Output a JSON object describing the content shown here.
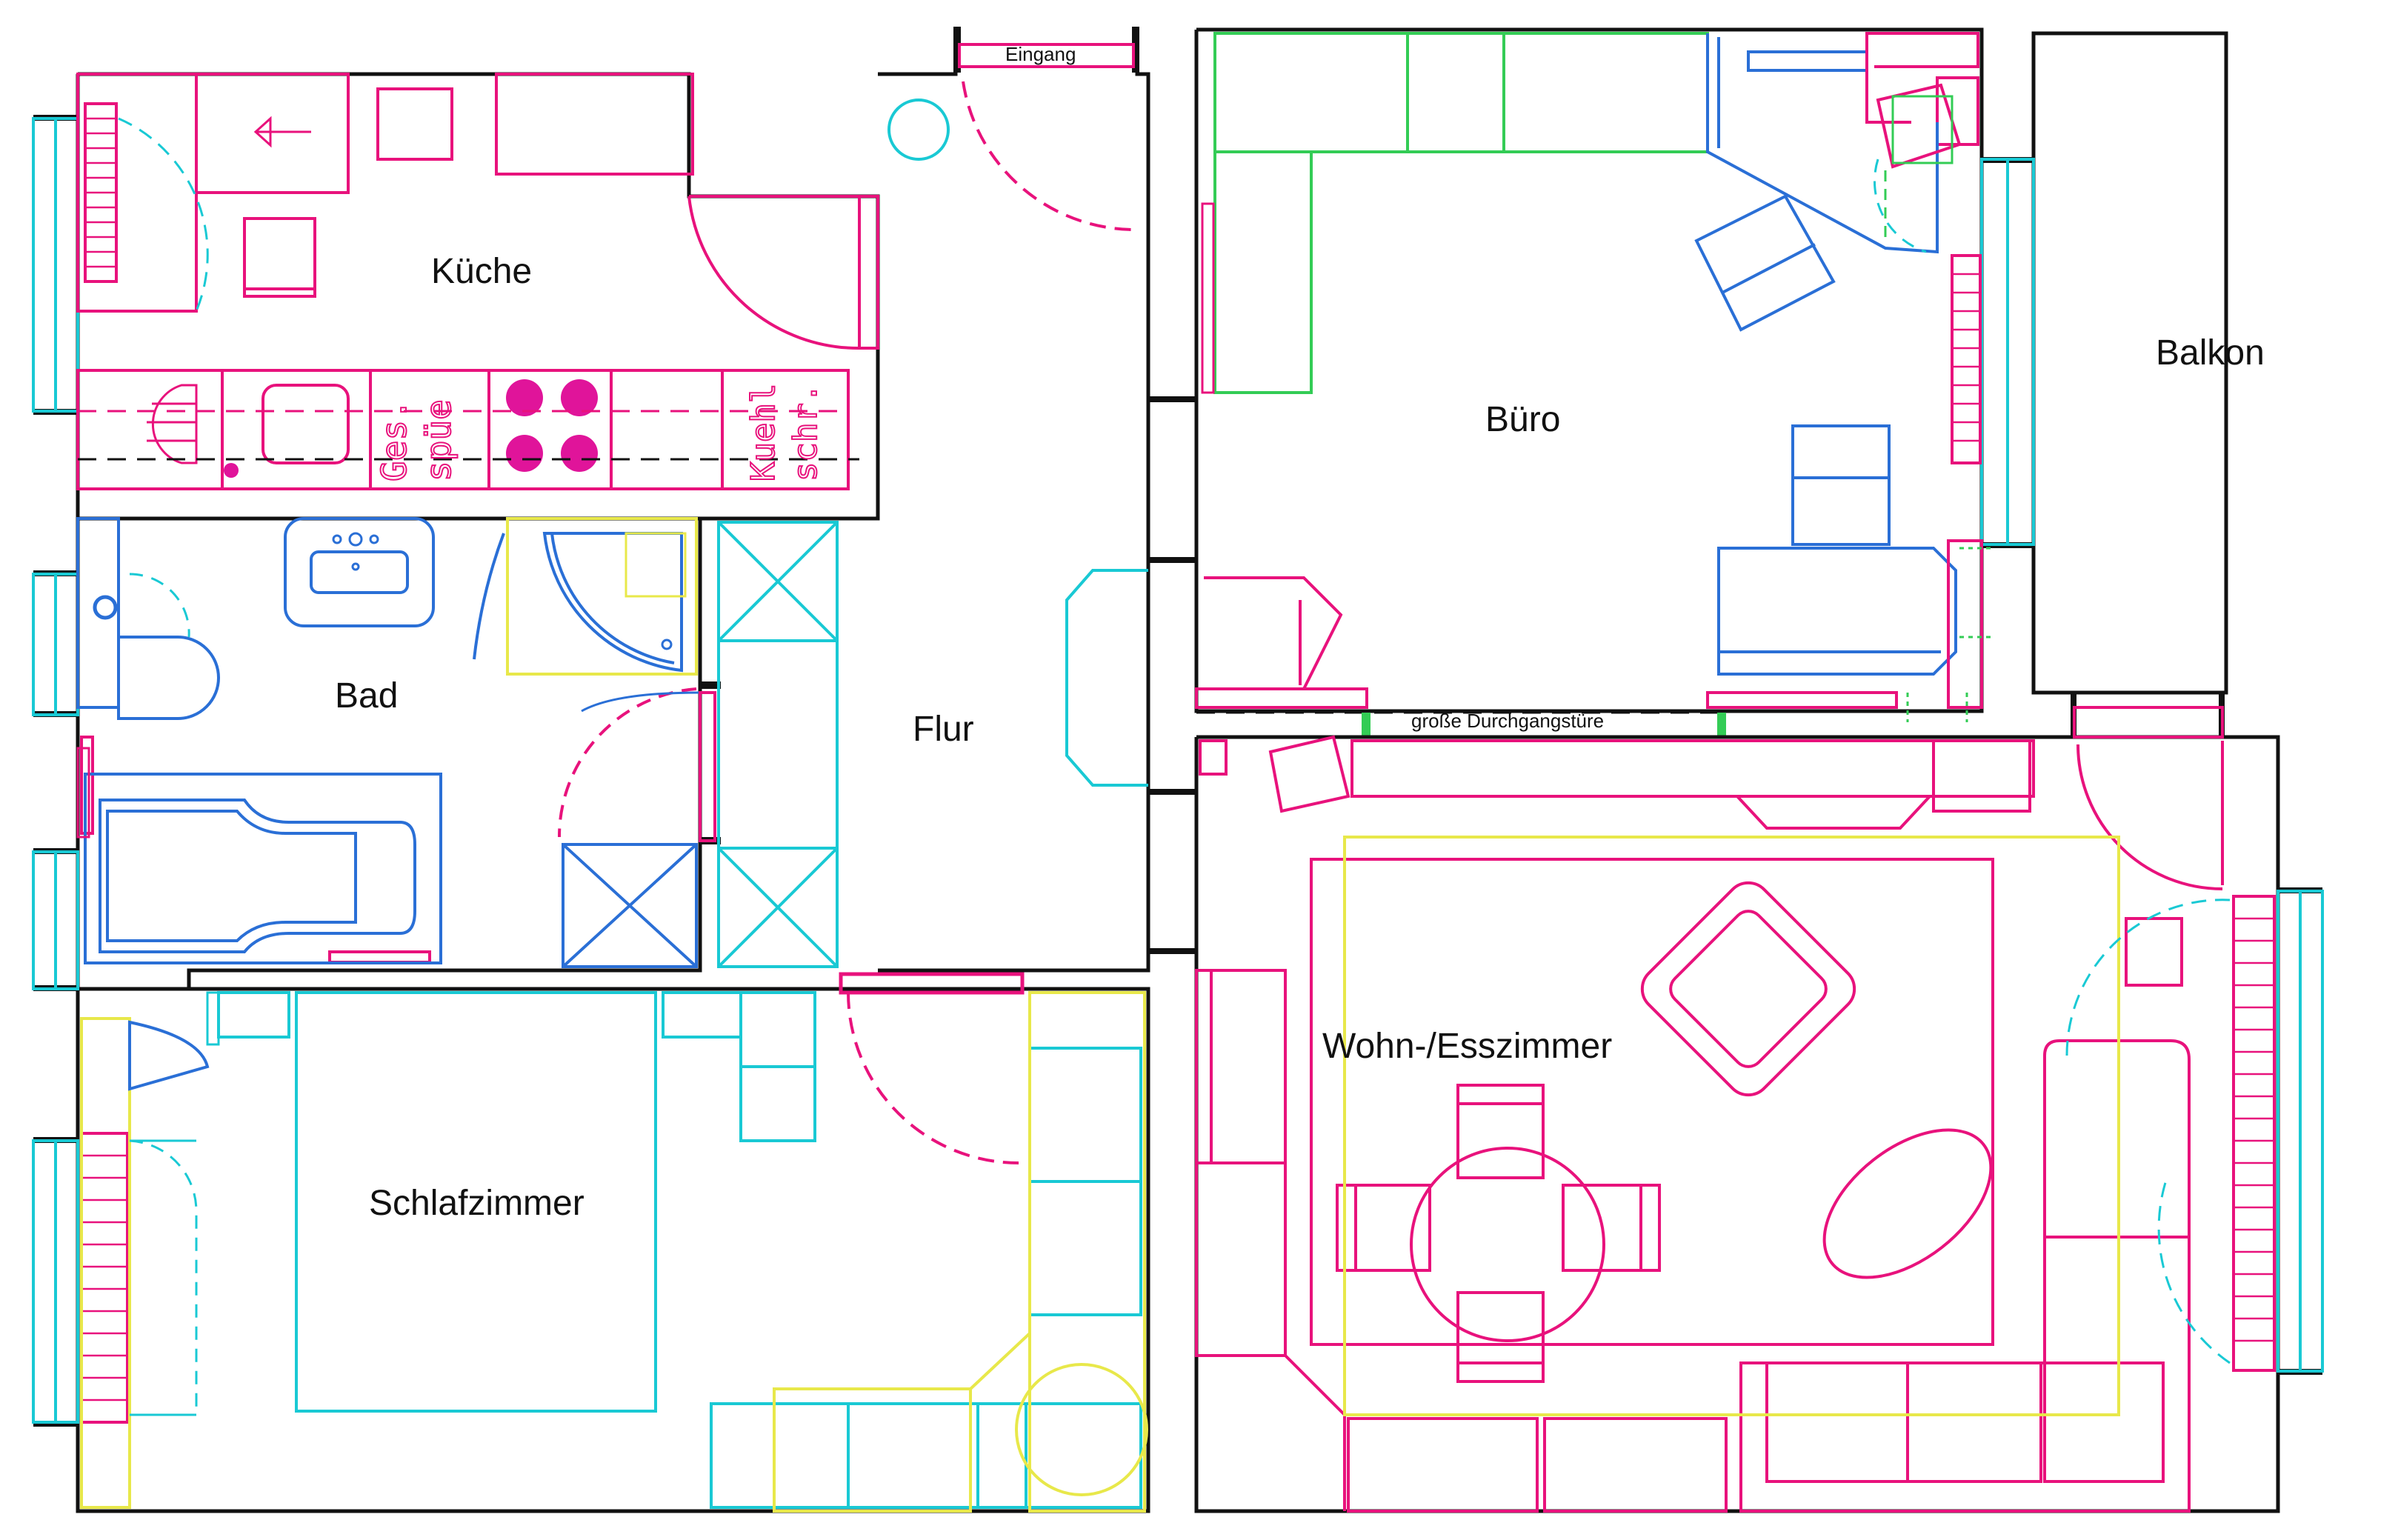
{
  "rooms": {
    "kueche": "Küche",
    "bad": "Bad",
    "flur": "Flur",
    "buero": "Büro",
    "balkon": "Balkon",
    "schlafzimmer": "Schlafzimmer",
    "wohn_esszimmer": "Wohn-/Esszimmer"
  },
  "labels": {
    "entrance": "Eingang",
    "large_door": "große Durchgangstüre"
  },
  "appliances": {
    "dishwasher_line1": "Ges.",
    "dishwasher_line2": "spüe",
    "fridge_line1": "Kuehl",
    "fridge_line2": "schr."
  },
  "colors": {
    "walls": "#111111",
    "magenta": "#e8127c",
    "blue": "#2a6fd6",
    "cyan": "#19c9d4",
    "green": "#33cc55",
    "yellow": "#e8e84a",
    "hob": "#e0149a"
  }
}
